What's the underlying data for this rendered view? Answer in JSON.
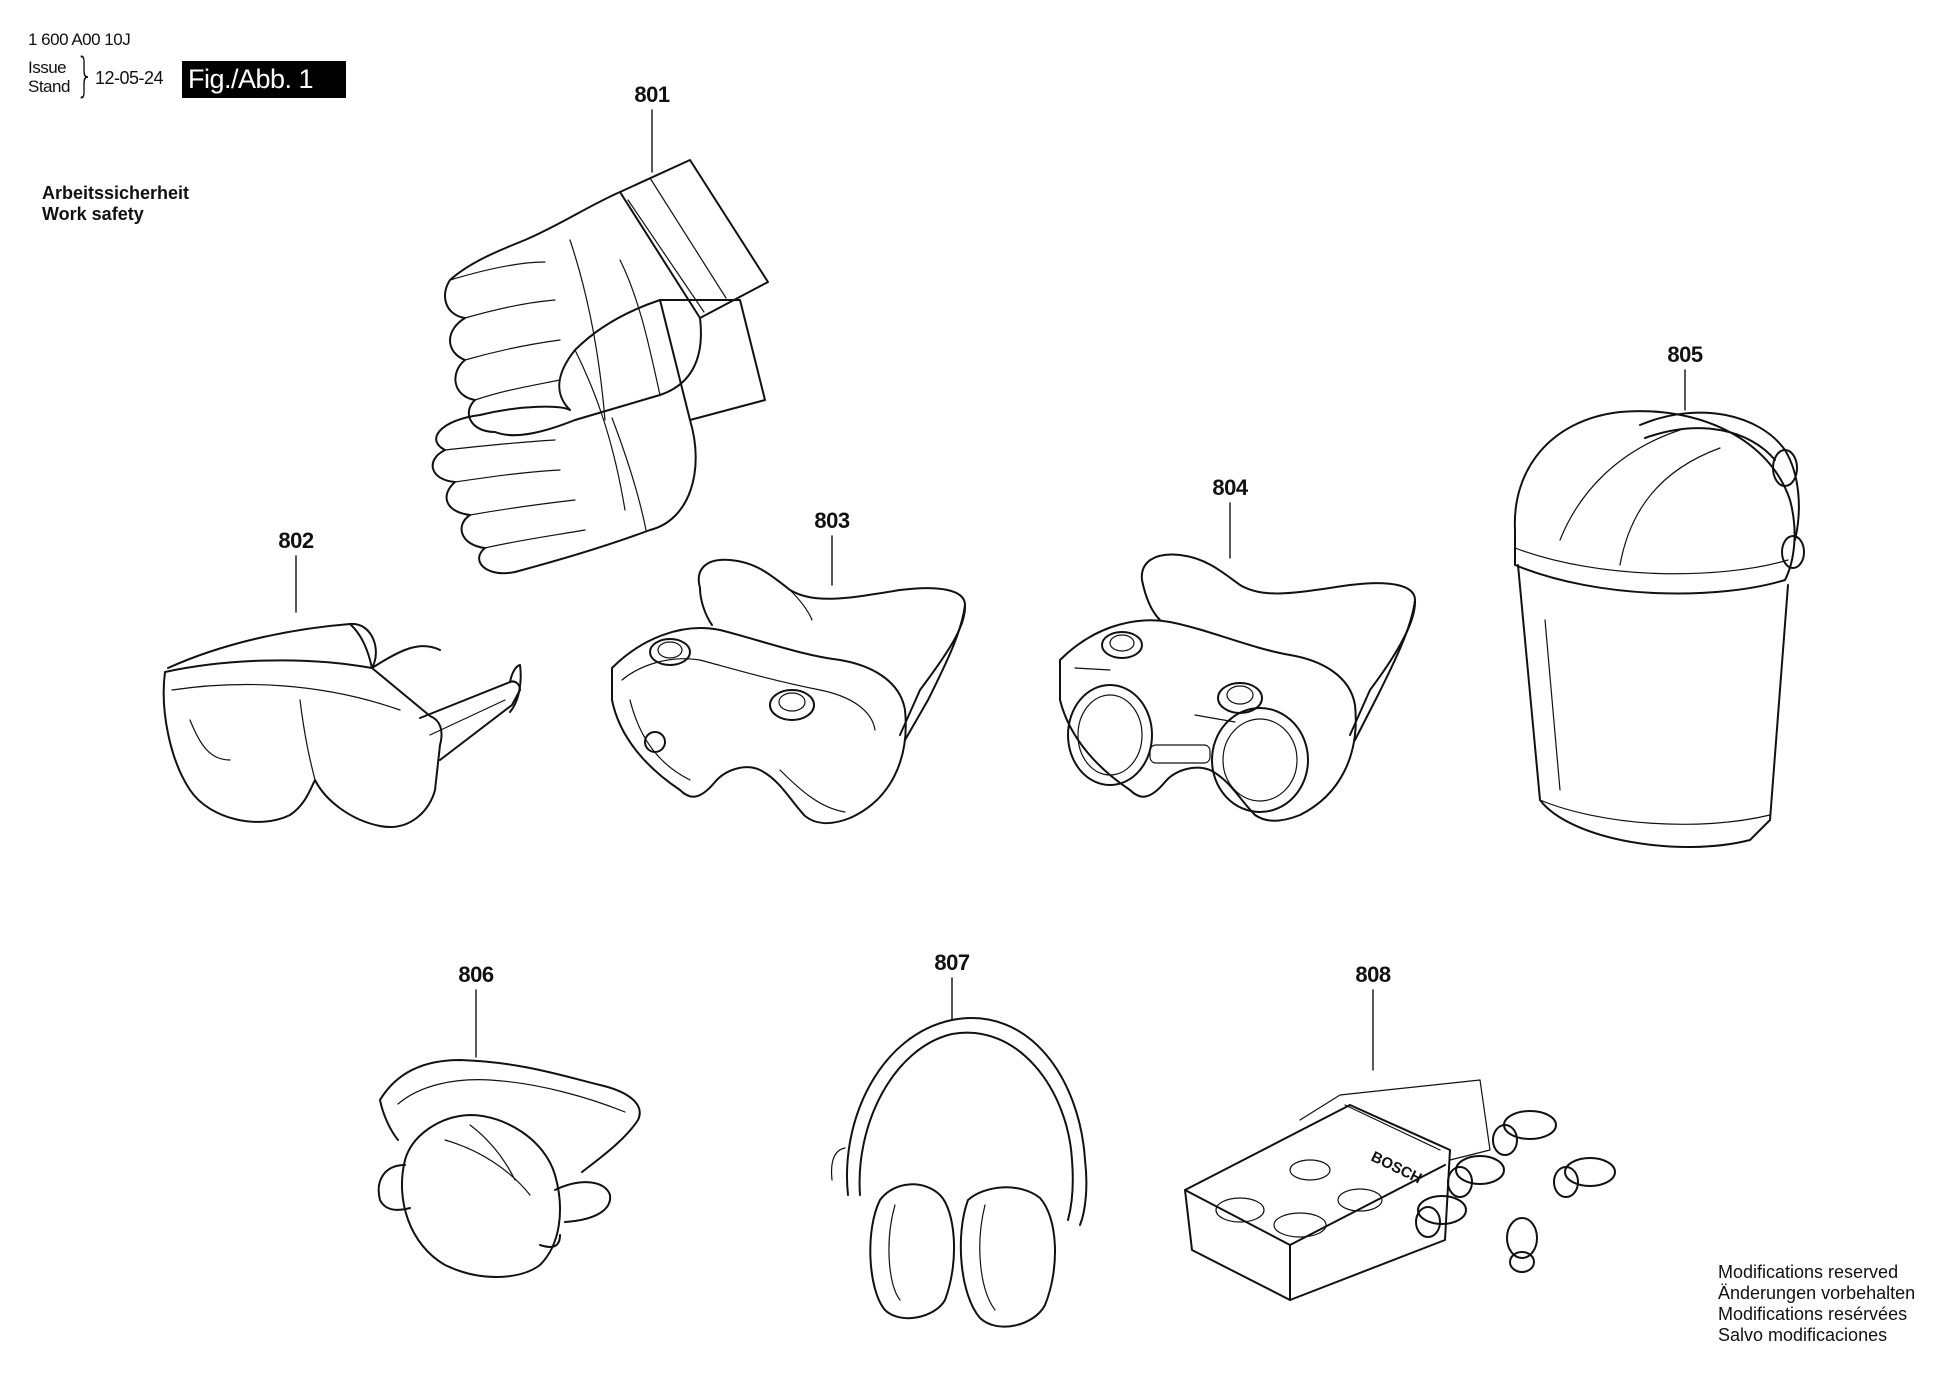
{
  "header": {
    "doc_number": "1 600 A00 10J",
    "issue_label": "Issue",
    "stand_label": "Stand",
    "date": "12-05-24",
    "figure_label": "Fig./Abb. 1"
  },
  "section_title": {
    "de": "Arbeitssicherheit",
    "en": "Work safety"
  },
  "parts": [
    {
      "number": "801",
      "item": "gloves-icon"
    },
    {
      "number": "802",
      "item": "safety-glasses-icon"
    },
    {
      "number": "803",
      "item": "vented-goggles-icon"
    },
    {
      "number": "804",
      "item": "welding-goggles-icon"
    },
    {
      "number": "805",
      "item": "face-shield-icon"
    },
    {
      "number": "806",
      "item": "dust-mask-icon"
    },
    {
      "number": "807",
      "item": "ear-muffs-icon"
    },
    {
      "number": "808",
      "item": "ear-plugs-icon"
    }
  ],
  "packaging_text": "BOSCH",
  "footer_notes": [
    "Modifications reserved",
    "Änderungen vorbehalten",
    "Modifications resérvées",
    "Salvo modificaciones"
  ]
}
